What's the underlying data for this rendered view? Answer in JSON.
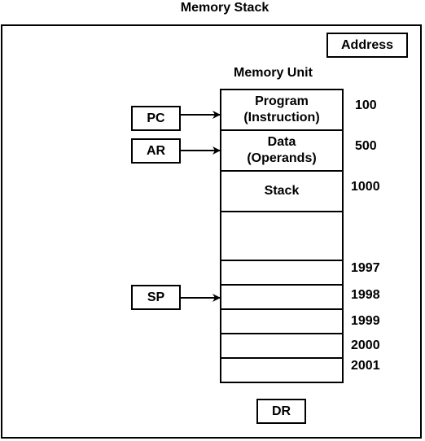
{
  "title": "Memory Stack",
  "address_label": "Address",
  "memory_unit_label": "Memory Unit",
  "registers": {
    "pc": "PC",
    "ar": "AR",
    "sp": "SP",
    "dr": "DR"
  },
  "memory_cells": [
    {
      "line1": "Program",
      "line2": "(Instruction)",
      "address": "100"
    },
    {
      "line1": "Data",
      "line2": "(Operands)",
      "address": "500"
    },
    {
      "line1": "Stack",
      "line2": "",
      "address": "1000"
    },
    {
      "line1": "",
      "line2": "",
      "address": ""
    },
    {
      "line1": "",
      "line2": "",
      "address": "1997"
    },
    {
      "line1": "",
      "line2": "",
      "address": "1998"
    },
    {
      "line1": "",
      "line2": "",
      "address": "1999"
    },
    {
      "line1": "",
      "line2": "",
      "address": "2000"
    },
    {
      "line1": "",
      "line2": "",
      "address": "2001"
    }
  ]
}
